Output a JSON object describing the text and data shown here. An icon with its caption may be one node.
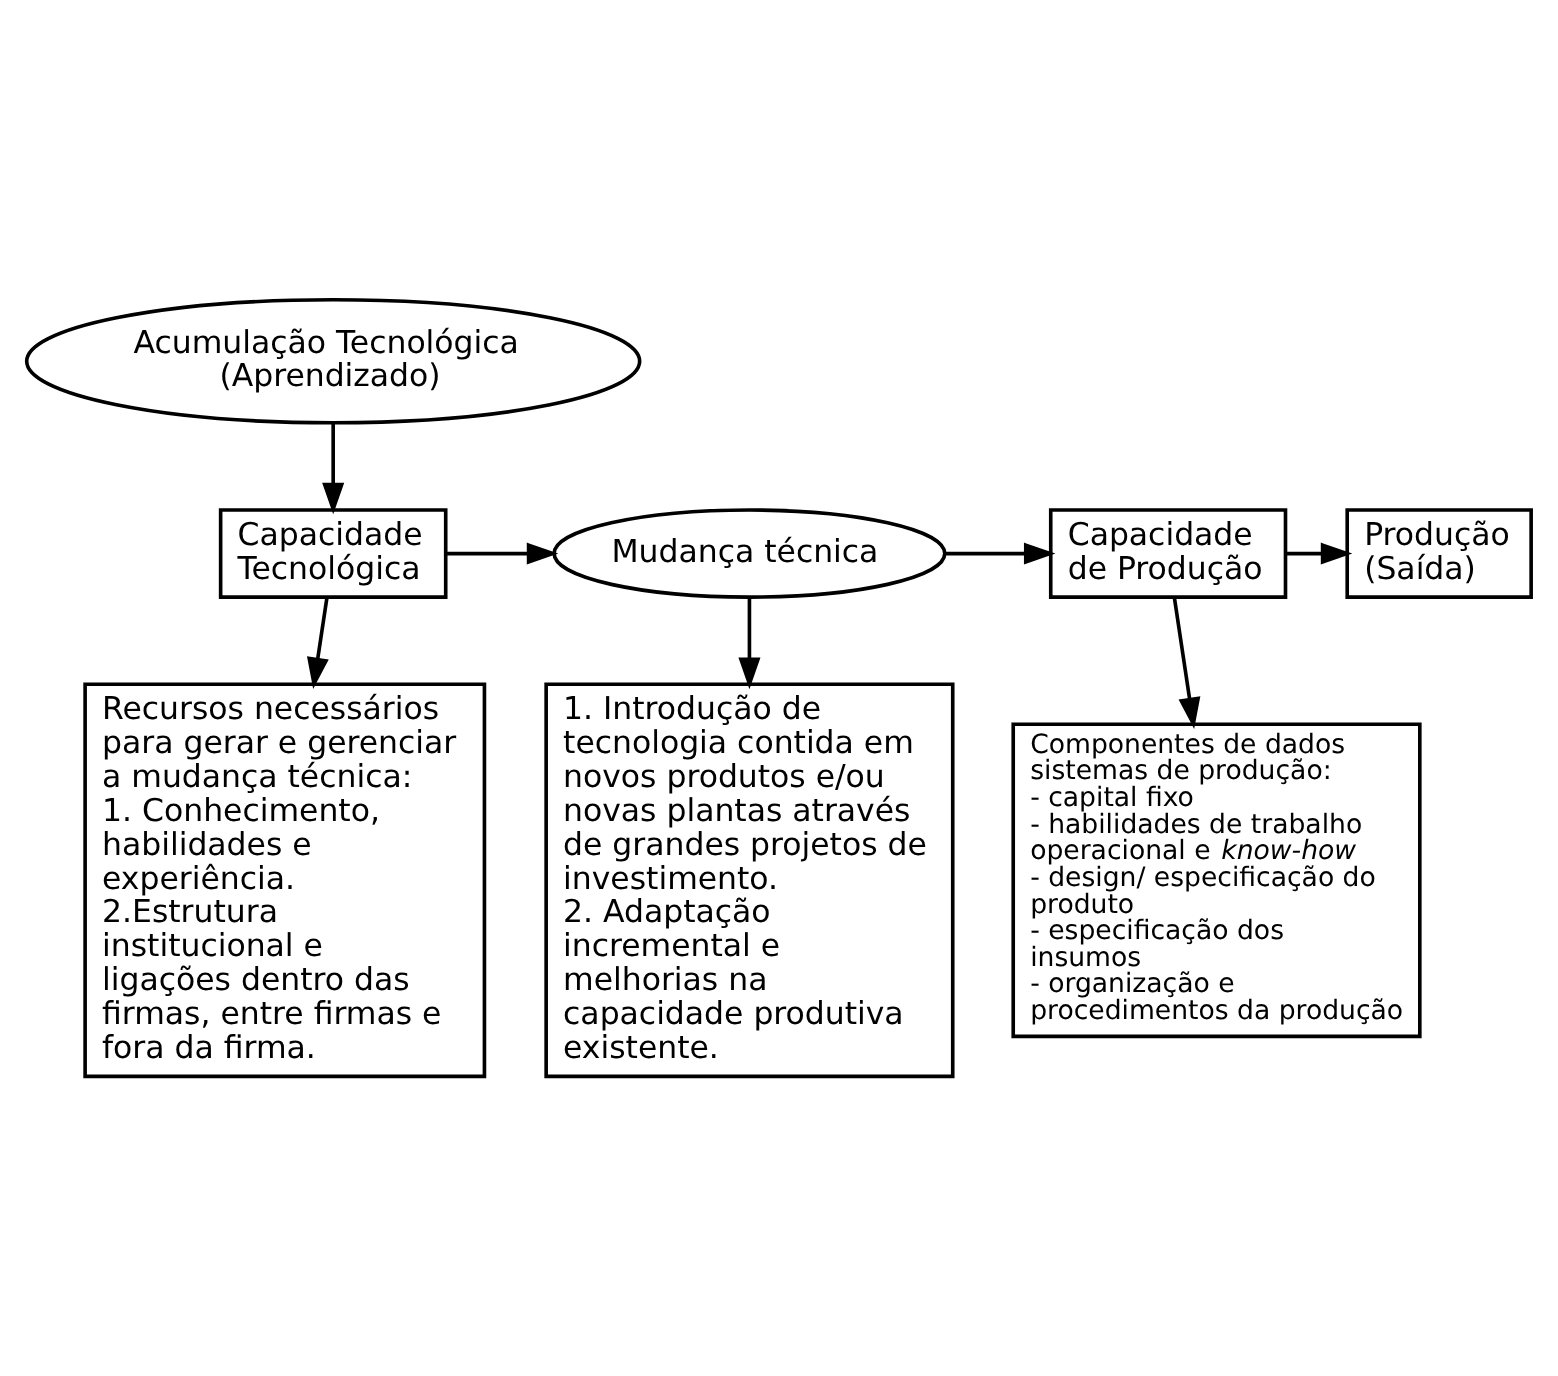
{
  "diagram": {
    "nodes": [
      {
        "text": [
          "Acumulação Tecnológica (Aprendizado)"
        ]
      },
      {
        "text": [
          "Capacidade Tecnológica"
        ]
      },
      {
        "text": [
          "Mudança técnica"
        ]
      },
      {
        "text": [
          "Capacidade de Produção"
        ]
      },
      {
        "text": [
          "Produção (Saída)"
        ]
      },
      {
        "text": [
          "Recursos necessários para gerar e gerenciar a mudança técnica:",
          "1. Conhecimento, habilidades e experiência.",
          "2.Estrutura institucional e ligações dentro das firmas, entre firmas e fora da firma."
        ]
      },
      {
        "text": [
          "1. Introdução de tecnologia contida em novos produtos e/ou novas plantas através de grandes projetos de investimento.",
          "2. Adaptação incremental e melhorias na capacidade produtiva existente."
        ]
      },
      {
        "text": [
          "Componentes de dados sistemas de produção:",
          "- capital fixo",
          "- habilidades de trabalho operacional e *know-how*",
          "- design/ especificação do produto",
          "- especificação dos insumos",
          "- organização e procedimentos da produção"
        ]
      }
    ],
    "edges": [
      {
        "from": 0,
        "to": 1,
        "arrow": "to"
      },
      {
        "from": 1,
        "to": 2,
        "arrow": "to"
      },
      {
        "from": 2,
        "to": 3,
        "arrow": "to"
      },
      {
        "from": 3,
        "to": 4,
        "arrow": "to"
      },
      {
        "from": 1,
        "to": 5,
        "arrow": "to"
      },
      {
        "from": 2,
        "to": 6,
        "arrow": "to"
      },
      {
        "from": 3,
        "to": 7,
        "arrow": "to"
      }
    ]
  }
}
